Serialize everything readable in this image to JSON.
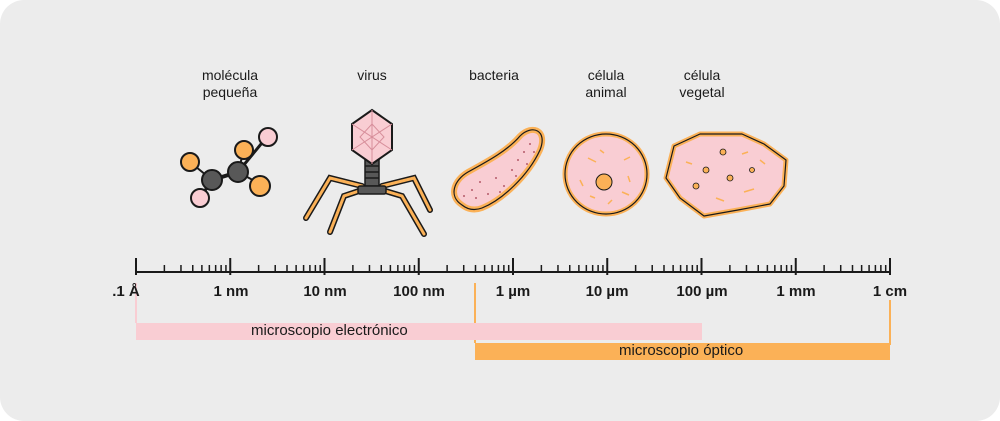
{
  "organisms": [
    {
      "line1": "molécula",
      "line2": "pequeña"
    },
    {
      "line1": "virus",
      "line2": ""
    },
    {
      "line1": "bacteria",
      "line2": ""
    },
    {
      "line1": "célula",
      "line2": "animal"
    },
    {
      "line1": "célula",
      "line2": "vegetal"
    }
  ],
  "scale": {
    "labels": [
      ".1 Å",
      "1 nm",
      "10 nm",
      "100 nm",
      "1 µm",
      "10 µm",
      "100 µm",
      "1 mm",
      "1 cm"
    ]
  },
  "ranges": {
    "electron": {
      "label": "microscopio electrónico",
      "from": ".1 Å",
      "to": "100 µm"
    },
    "optical": {
      "label": "microscopio óptico",
      "from": "200 nm",
      "to": "1 cm"
    }
  },
  "colors": {
    "pink": "#f9cdd3",
    "orange": "#fbb157",
    "dark": "#1a1a1a",
    "gray_atom": "#585858",
    "background": "#ececec"
  }
}
